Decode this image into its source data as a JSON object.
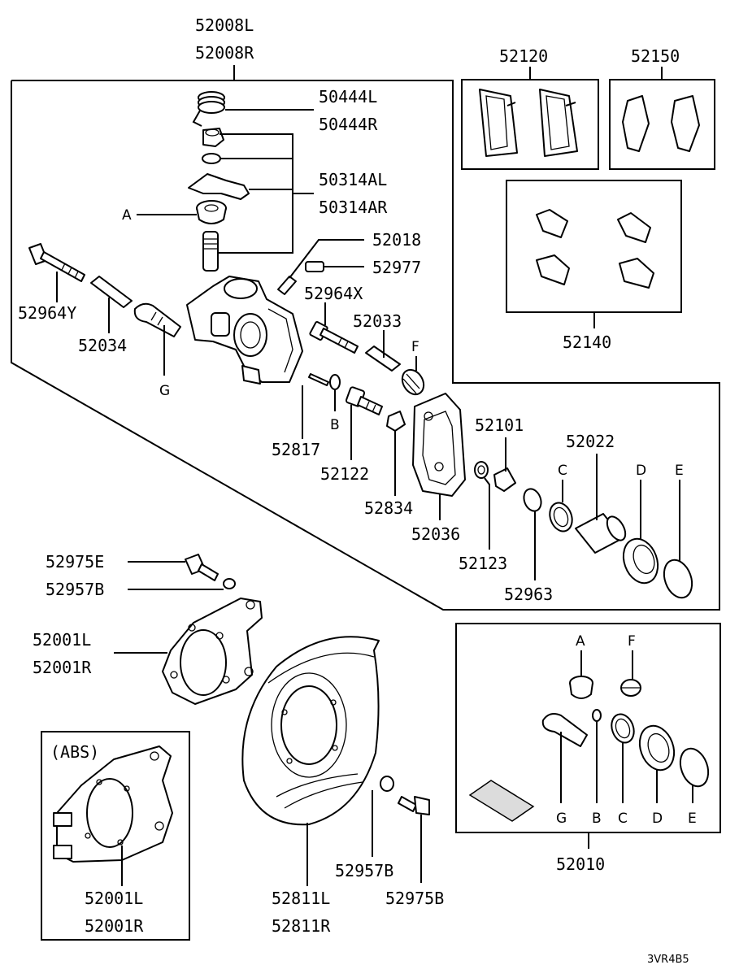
{
  "labels": {
    "p52008L": "52008L",
    "p52008R": "52008R",
    "p50444L": "50444L",
    "p50444R": "50444R",
    "p50314AL": "50314AL",
    "p50314AR": "50314AR",
    "letterA1": "A",
    "p52018": "52018",
    "p52977": "52977",
    "p52964X": "52964X",
    "p52033": "52033",
    "letterF1": "F",
    "p52964Y": "52964Y",
    "p52034": "52034",
    "letterG1": "G",
    "letterB1": "B",
    "p52817": "52817",
    "p52122": "52122",
    "p52834": "52834",
    "p52036": "52036",
    "p52101": "52101",
    "p52123": "52123",
    "p52963": "52963",
    "p52022": "52022",
    "letterC1": "C",
    "letterD1": "D",
    "letterE1": "E",
    "p52120": "52120",
    "p52150": "52150",
    "p52140": "52140",
    "p52975E": "52975E",
    "p52957B1": "52957B",
    "p52001L1": "52001L",
    "p52001R1": "52001R",
    "abs": "(ABS)",
    "p52001L2": "52001L",
    "p52001R2": "52001R",
    "p52811L": "52811L",
    "p52811R": "52811R",
    "p52957B2": "52957B",
    "p52975B": "52975B",
    "letterA2": "A",
    "letterF2": "F",
    "letterG2": "G",
    "letterB2": "B",
    "letterC2": "C",
    "letterD2": "D",
    "letterE2": "E",
    "p52010": "52010",
    "diagramCode": "3VR4B5"
  }
}
